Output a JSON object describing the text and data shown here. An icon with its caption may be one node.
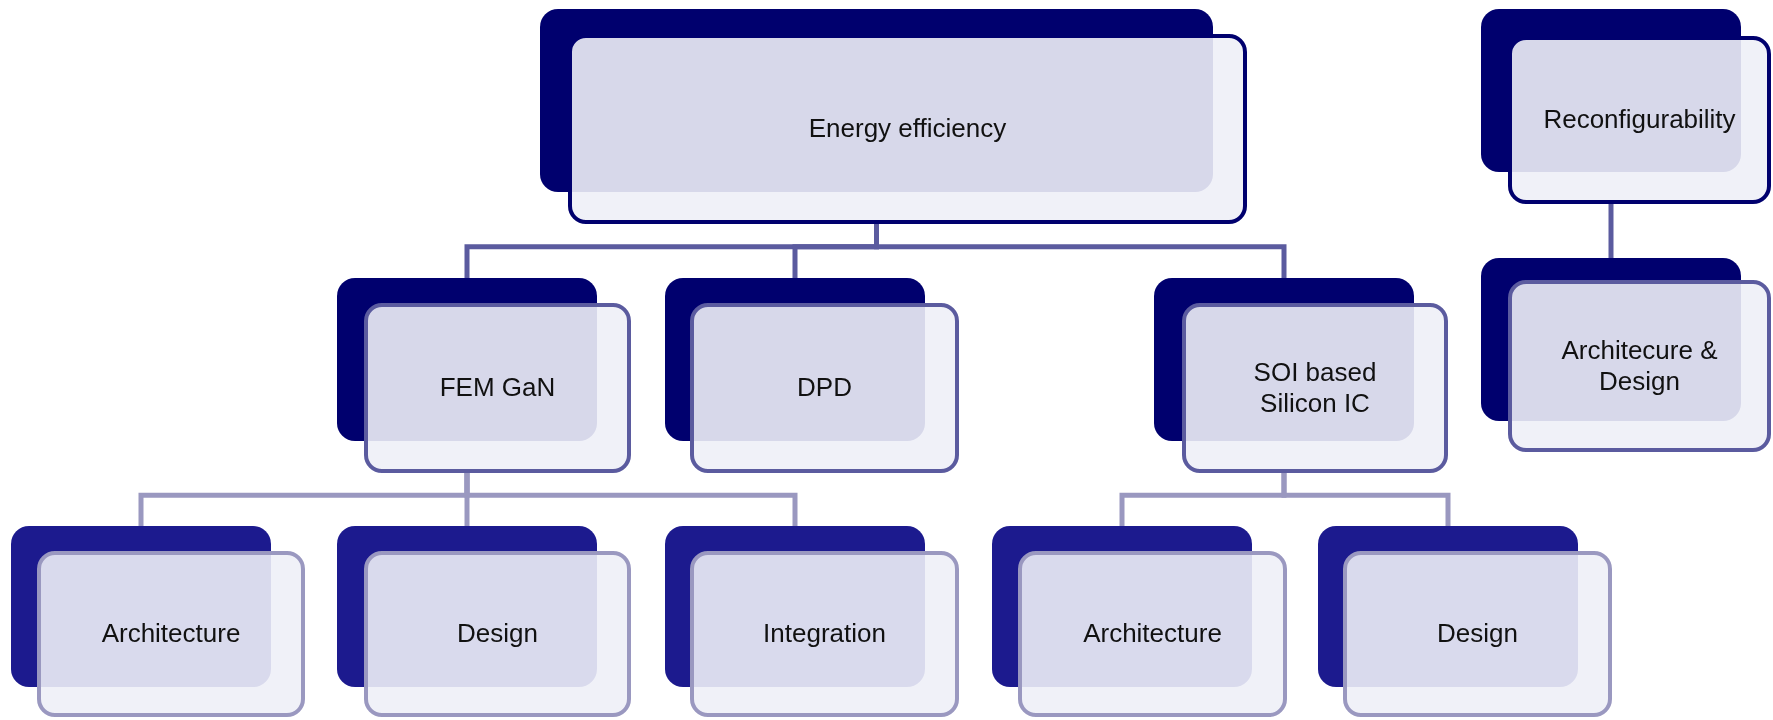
{
  "diagram": {
    "nodes": [
      {
        "text": [
          "Energy efficiency"
        ]
      },
      {
        "text": [
          "Reconfigurability"
        ]
      },
      {
        "text": [
          "FEM GaN"
        ]
      },
      {
        "text": [
          "DPD"
        ]
      },
      {
        "text": [
          "SOI based Silicon IC"
        ]
      },
      {
        "text": [
          "Architecure & Design"
        ]
      },
      {
        "text": [
          "Architecture"
        ]
      },
      {
        "text": [
          "Design"
        ]
      },
      {
        "text": [
          "Integration"
        ]
      },
      {
        "text": [
          "Architecture"
        ]
      },
      {
        "text": [
          "Design"
        ]
      }
    ],
    "edges": [
      {
        "from": 0,
        "to": 2,
        "arrow": "none",
        "color": "#5b5b9f"
      },
      {
        "from": 0,
        "to": 3,
        "arrow": "none",
        "color": "#5b5b9f"
      },
      {
        "from": 0,
        "to": 4,
        "arrow": "none",
        "color": "#5b5b9f"
      },
      {
        "from": 1,
        "to": 5,
        "arrow": "none",
        "color": "#5b5b9f"
      },
      {
        "from": 2,
        "to": 6,
        "arrow": "none"
      },
      {
        "from": 2,
        "to": 7,
        "arrow": "none"
      },
      {
        "from": 2,
        "to": 8,
        "arrow": "none"
      },
      {
        "from": 4,
        "to": 9,
        "arrow": "none"
      },
      {
        "from": 4,
        "to": 10,
        "arrow": "none"
      }
    ]
  }
}
